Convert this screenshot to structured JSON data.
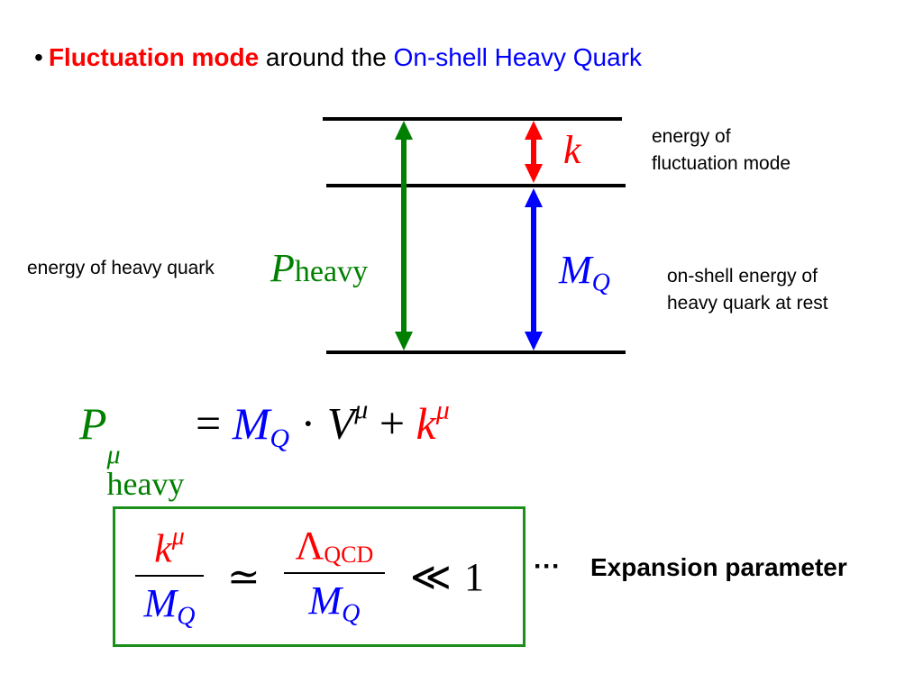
{
  "title": {
    "bullet": "•",
    "part1": "Fluctuation mode",
    "part2": "around the",
    "part3": "On-shell Heavy Quark"
  },
  "diagram": {
    "label_fluct_line1": "energy of",
    "label_fluct_line2": "fluctuation mode",
    "label_heavy": "energy of heavy quark",
    "label_onshell_line1": "on-shell energy of",
    "label_onshell_line2": "heavy quark at rest",
    "sym_k": "k",
    "sym_P": "P",
    "sym_heavy": "heavy",
    "sym_M": "M",
    "sym_Q": "Q"
  },
  "equation": {
    "P": "P",
    "mu": "μ",
    "heavy": "heavy",
    "equals": "=",
    "M": "M",
    "Q": "Q",
    "dot": "·",
    "V": "V",
    "plus": "+",
    "k": "k"
  },
  "box": {
    "k": "k",
    "mu": "μ",
    "M": "M",
    "Q": "Q",
    "simeq": "≃",
    "Lambda": "Λ",
    "QCD": "QCD",
    "ll": "≪",
    "one": "1"
  },
  "expansion": {
    "dots": "···",
    "label": "Expansion parameter"
  },
  "colors": {
    "red": "#ff0000",
    "blue": "#0000ff",
    "green": "#008000",
    "box_border": "#1a8f1a"
  }
}
